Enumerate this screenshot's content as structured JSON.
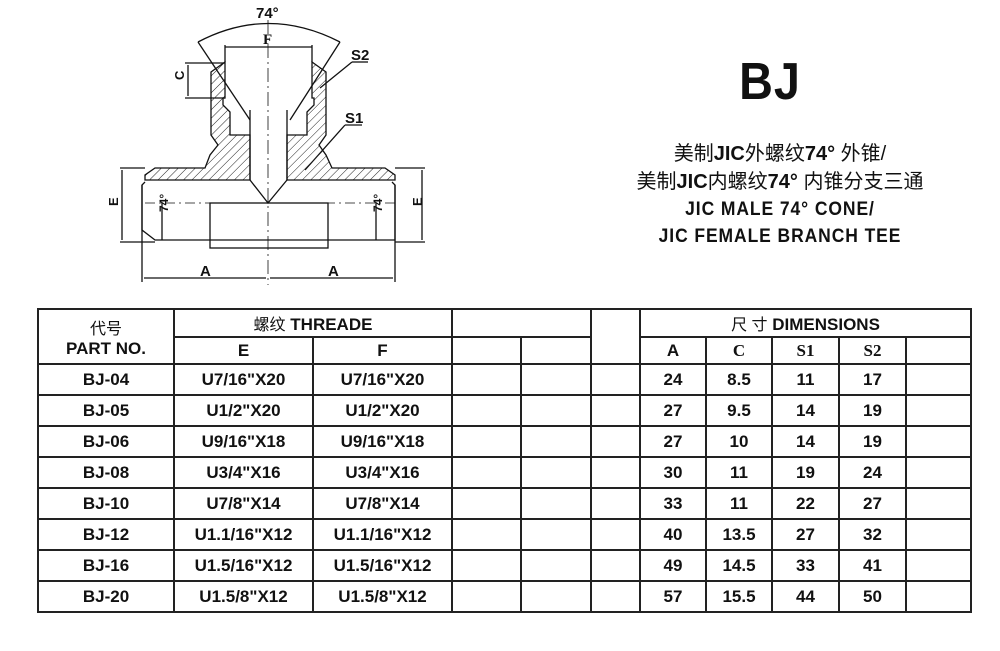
{
  "drawing": {
    "labels": {
      "top_angle": "74°",
      "f": "F",
      "c": "C",
      "s2": "S2",
      "s1": "S1",
      "e_left": "E",
      "e_right": "E",
      "angle_left": "74°",
      "angle_right": "74°",
      "a_left": "A",
      "a_right": "A"
    }
  },
  "header": {
    "model": "BJ",
    "description_cn_1_a": "美制",
    "description_cn_1_b": "JIC",
    "description_cn_1_c": "外螺纹",
    "description_cn_1_d": "74°",
    "description_cn_1_e": " 外锥/",
    "description_cn_2_a": "美制",
    "description_cn_2_b": "JIC",
    "description_cn_2_c": "内螺纹",
    "description_cn_2_d": "74°",
    "description_cn_2_e": " 内锥分支三通",
    "description_en_1": "JIC MALE 74°  CONE/",
    "description_en_2": "JIC FEMALE BRANCH TEE"
  },
  "table": {
    "part_no_cn": "代号",
    "part_no_en": "PART NO.",
    "thread_cn": "螺纹",
    "thread_en": "THREADE",
    "dimensions_cn": "尺  寸",
    "dimensions_en": "DIMENSIONS",
    "thread_cols": [
      "E",
      "F"
    ],
    "dim_cols": [
      "A",
      "C",
      "S1",
      "S2"
    ],
    "rows": [
      {
        "part": "BJ-04",
        "E": "U7/16\"X20",
        "F": "U7/16\"X20",
        "A": "24",
        "C": "8.5",
        "S1": "11",
        "S2": "17"
      },
      {
        "part": "BJ-05",
        "E": "U1/2\"X20",
        "F": "U1/2\"X20",
        "A": "27",
        "C": "9.5",
        "S1": "14",
        "S2": "19"
      },
      {
        "part": "BJ-06",
        "E": "U9/16\"X18",
        "F": "U9/16\"X18",
        "A": "27",
        "C": "10",
        "S1": "14",
        "S2": "19"
      },
      {
        "part": "BJ-08",
        "E": "U3/4\"X16",
        "F": "U3/4\"X16",
        "A": "30",
        "C": "11",
        "S1": "19",
        "S2": "24"
      },
      {
        "part": "BJ-10",
        "E": "U7/8\"X14",
        "F": "U7/8\"X14",
        "A": "33",
        "C": "11",
        "S1": "22",
        "S2": "27"
      },
      {
        "part": "BJ-12",
        "E": "U1.1/16\"X12",
        "F": "U1.1/16\"X12",
        "A": "40",
        "C": "13.5",
        "S1": "27",
        "S2": "32"
      },
      {
        "part": "BJ-16",
        "E": "U1.5/16\"X12",
        "F": "U1.5/16\"X12",
        "A": "49",
        "C": "14.5",
        "S1": "33",
        "S2": "41"
      },
      {
        "part": "BJ-20",
        "E": "U1.5/8\"X12",
        "F": "U1.5/8\"X12",
        "A": "57",
        "C": "15.5",
        "S1": "44",
        "S2": "50"
      }
    ]
  }
}
